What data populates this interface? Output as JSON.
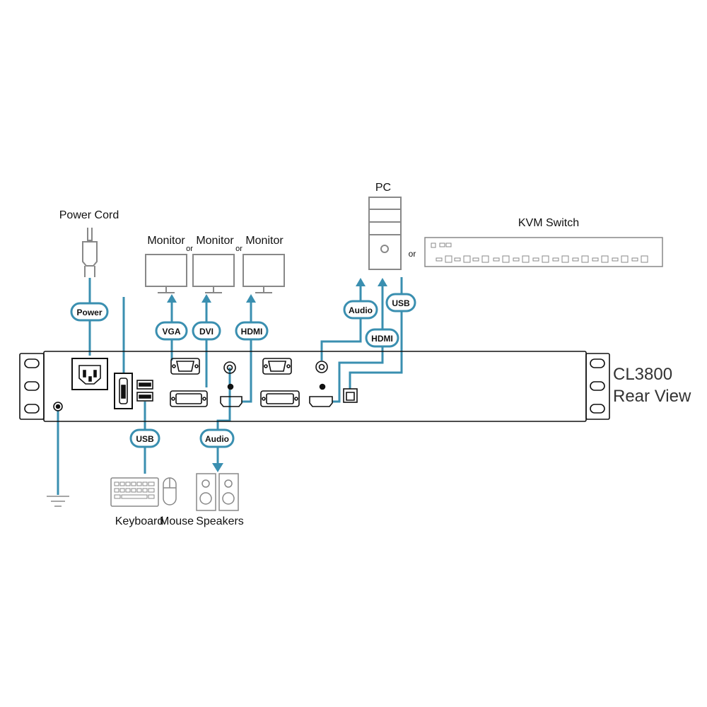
{
  "title": {
    "model": "CL3800",
    "view": "Rear View"
  },
  "devices": {
    "power_cord": "Power Cord",
    "monitor_1": "Monitor",
    "monitor_2": "Monitor",
    "monitor_3": "Monitor",
    "or_1": "or",
    "or_2": "or",
    "pc": "PC",
    "or_pc_kvm": "or",
    "kvm_switch": "KVM Switch",
    "keyboard": "Keyboard",
    "mouse": "Mouse",
    "speakers": "Speakers"
  },
  "cables": {
    "power": "Power",
    "vga": "VGA",
    "dvi": "DVI",
    "hdmi_monitor": "HDMI",
    "audio_pc": "Audio",
    "hdmi_pc": "HDMI",
    "usb_pc": "USB",
    "usb_console": "USB",
    "audio_speakers": "Audio"
  },
  "colors": {
    "cable": "#3a8fb0",
    "device_outline": "#111111",
    "peripheral_outline": "#888888",
    "background": "#ffffff"
  }
}
